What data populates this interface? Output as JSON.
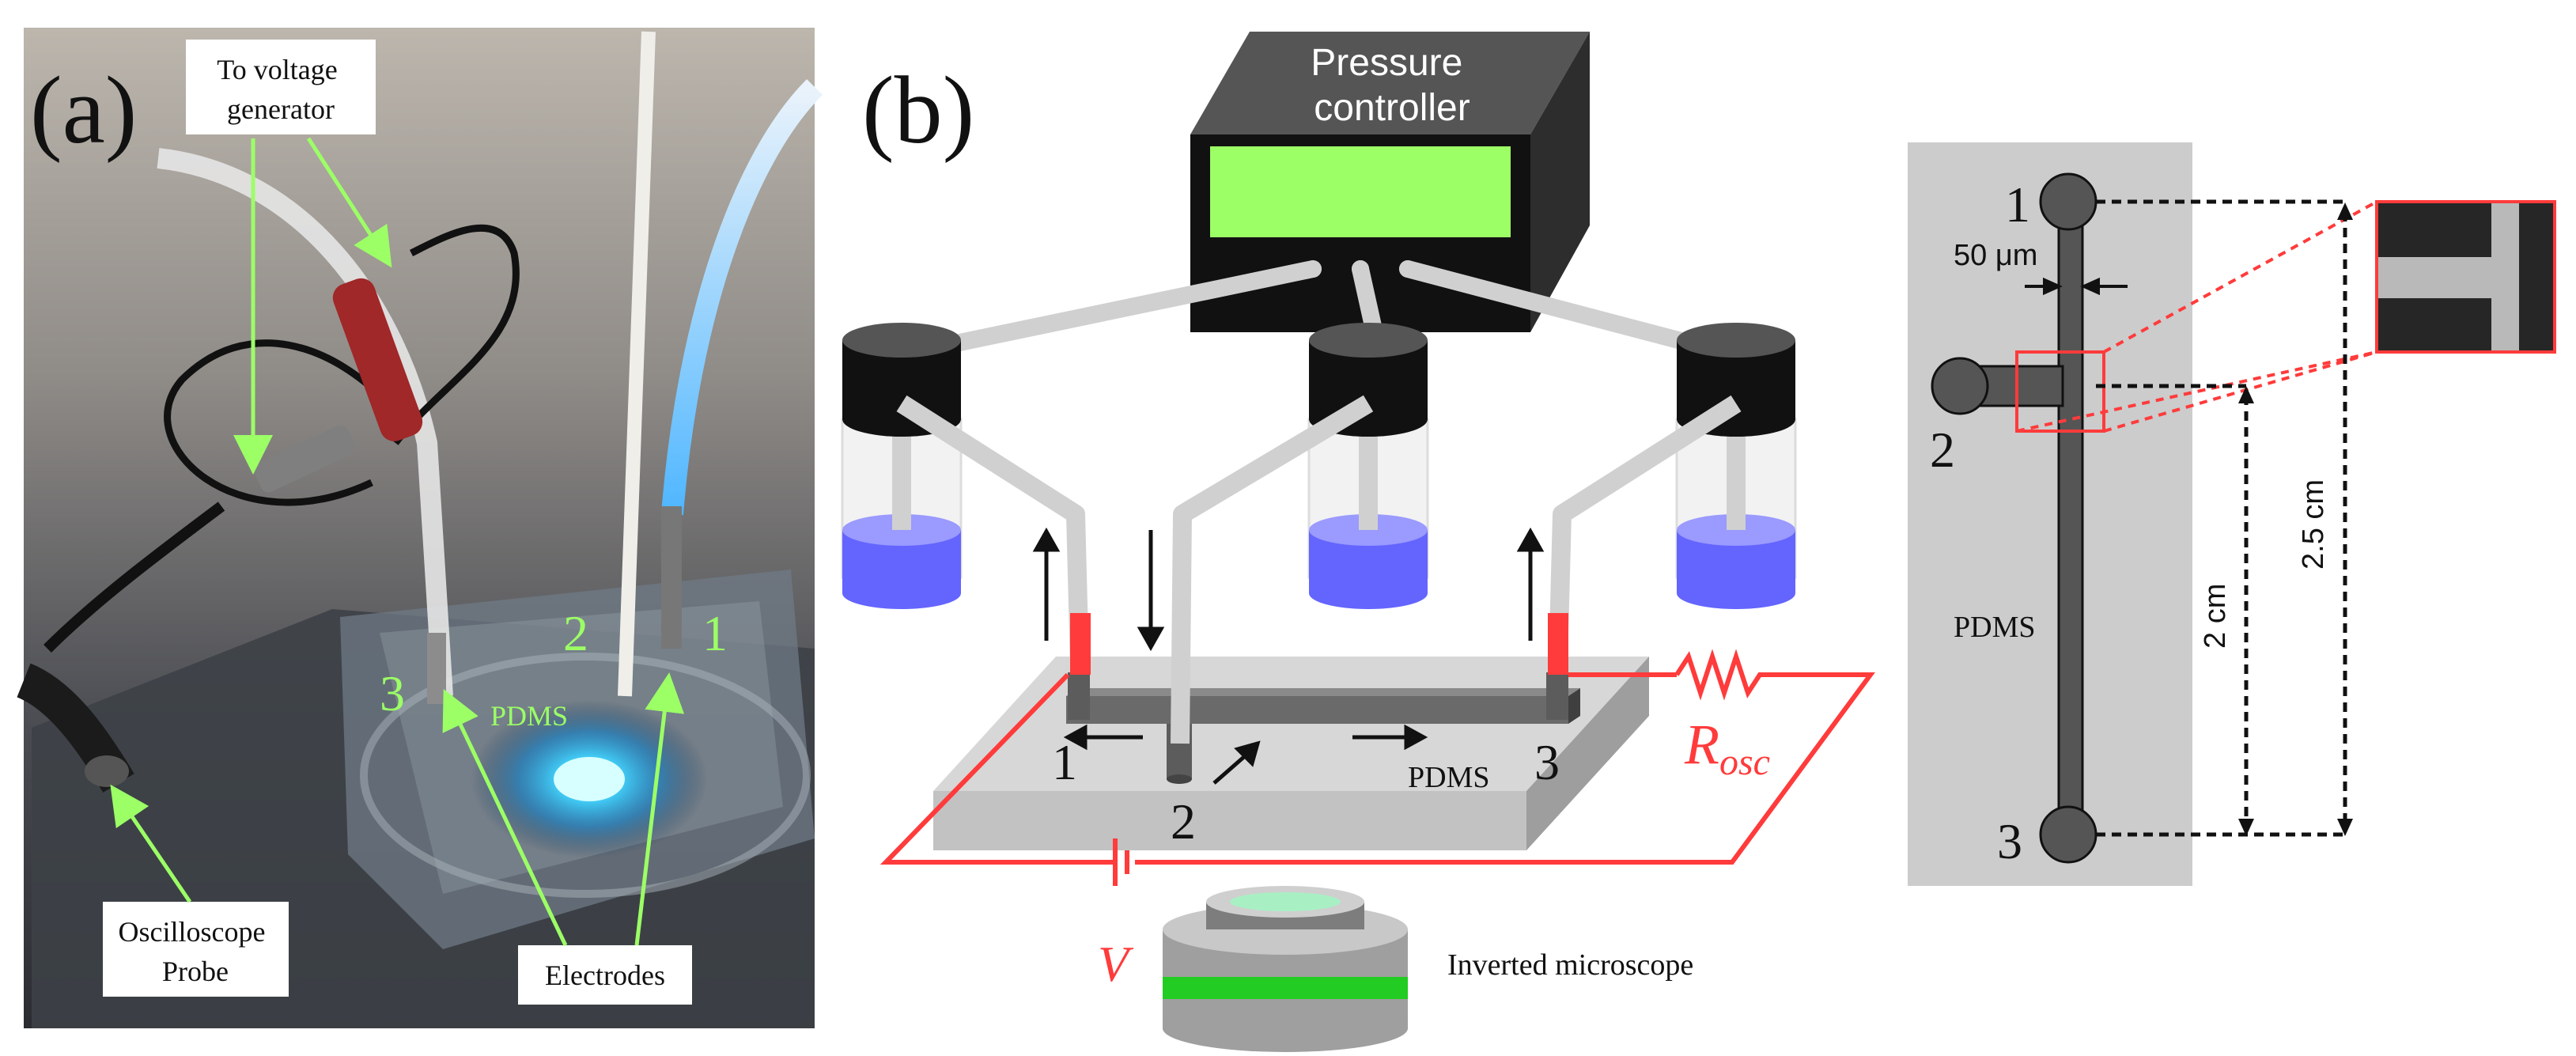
{
  "panel_a": {
    "letter": "(a)",
    "callouts": {
      "voltage": [
        "To voltage",
        "generator"
      ],
      "probe": [
        "Oscilloscope",
        "Probe"
      ],
      "electrodes": "Electrodes"
    },
    "port_labels": [
      "1",
      "2",
      "3"
    ],
    "pdms": "PDMS"
  },
  "panel_b": {
    "letter": "(b)",
    "pressure": [
      "Pressure",
      "controller"
    ],
    "port_labels": [
      "1",
      "2",
      "3"
    ],
    "pdms": "PDMS",
    "microscope": "Inverted microscope",
    "voltage_symbol": "V",
    "resistor_main": "R",
    "resistor_sub": "osc"
  },
  "panel_c": {
    "port_labels": [
      "1",
      "2",
      "3"
    ],
    "width_label": "50 μm",
    "dist_short": "2 cm",
    "dist_long": "2.5 cm",
    "pdms": "PDMS"
  },
  "colors": {
    "accent_green": "#9cff66",
    "wire_red": "#ff3b3b",
    "fluid_blue": "#6464ff",
    "channel_gray": "#555555"
  }
}
